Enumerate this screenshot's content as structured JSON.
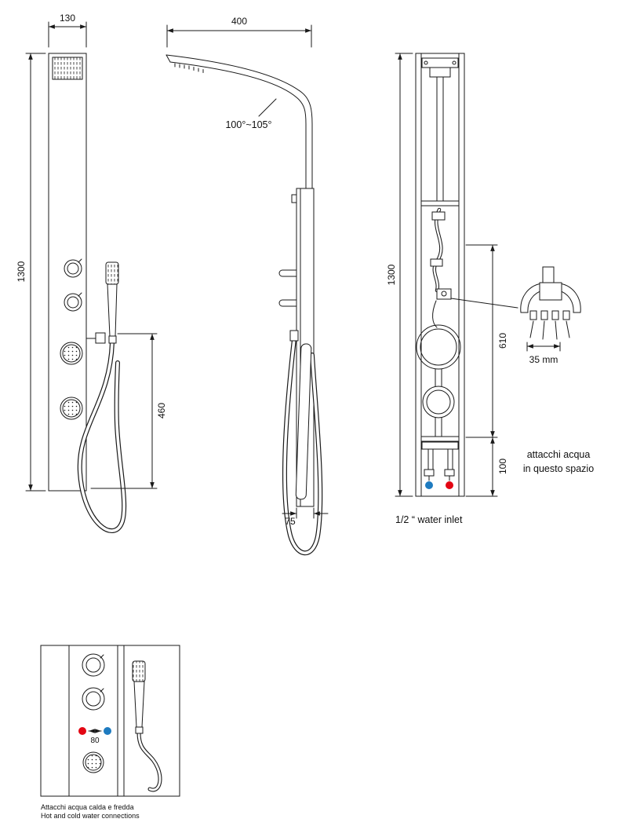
{
  "front_view": {
    "dim_width": "130",
    "dim_height": "1300",
    "dim_handshower": "460"
  },
  "side_view": {
    "dim_depth": "400",
    "angle_note": "100°~105°",
    "dim_profile": "75"
  },
  "back_view": {
    "dim_height": "1300",
    "dim_inner": "610",
    "dim_bottom": "100",
    "detail_dim": "35 mm",
    "note_line1": "attacchi acqua",
    "note_line2": "in questo spazio",
    "water_inlet": "1/2 “ water inlet"
  },
  "detail_box": {
    "dim_connections": "80",
    "caption_it": "Attacchi acqua calda e fredda",
    "caption_en": "Hot and cold water connections"
  },
  "colors": {
    "hot_water": "#e30613",
    "cold_water": "#1e7bc0",
    "line": "#1a1a1a"
  }
}
